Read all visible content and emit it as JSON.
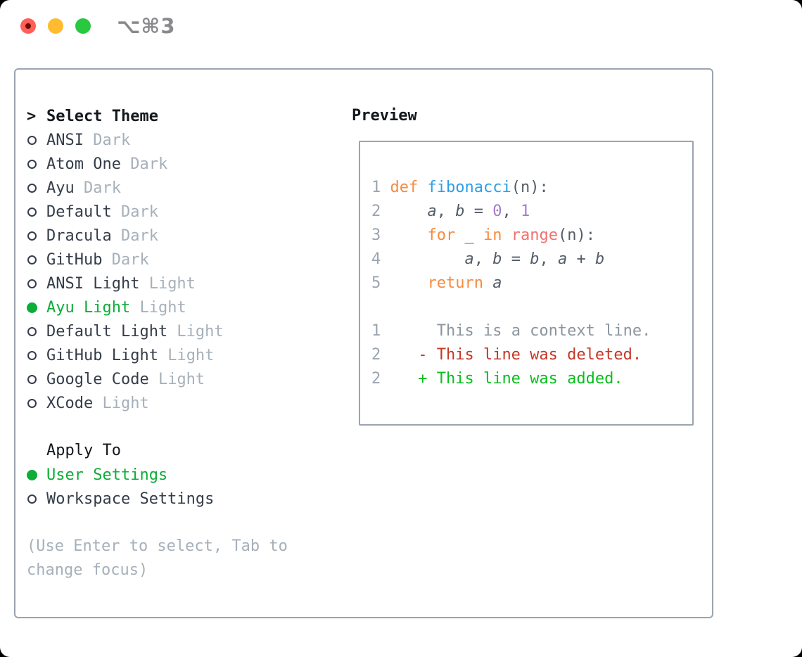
{
  "window": {
    "title": "⌥⌘3",
    "traffic_lights": [
      {
        "name": "close-button",
        "color_key": "traffic_red",
        "has_unsaved_dot": true
      },
      {
        "name": "minimize-button",
        "color_key": "traffic_yellow",
        "has_unsaved_dot": false
      },
      {
        "name": "zoom-button",
        "color_key": "traffic_green",
        "has_unsaved_dot": false
      }
    ]
  },
  "theme_panel": {
    "header_prefix": ">",
    "header": "Select Theme",
    "items": [
      {
        "name": "ANSI",
        "variant": "Dark",
        "selected": false
      },
      {
        "name": "Atom One",
        "variant": "Dark",
        "selected": false
      },
      {
        "name": "Ayu",
        "variant": "Dark",
        "selected": false
      },
      {
        "name": "Default",
        "variant": "Dark",
        "selected": false
      },
      {
        "name": "Dracula",
        "variant": "Dark",
        "selected": false
      },
      {
        "name": "GitHub",
        "variant": "Dark",
        "selected": false
      },
      {
        "name": "ANSI Light",
        "variant": "Light",
        "selected": false
      },
      {
        "name": "Ayu Light",
        "variant": "Light",
        "selected": true
      },
      {
        "name": "Default Light",
        "variant": "Light",
        "selected": false
      },
      {
        "name": "GitHub Light",
        "variant": "Light",
        "selected": false
      },
      {
        "name": "Google Code",
        "variant": "Light",
        "selected": false
      },
      {
        "name": "XCode",
        "variant": "Light",
        "selected": false
      }
    ]
  },
  "apply_to": {
    "header": "Apply To",
    "items": [
      {
        "name": "User Settings",
        "selected": true
      },
      {
        "name": "Workspace Settings",
        "selected": false
      }
    ]
  },
  "help_text": "(Use Enter to select, Tab to change focus)",
  "preview": {
    "header": "Preview",
    "code_lines": [
      [
        [
          "ln",
          "1 "
        ],
        [
          "kw",
          "def"
        ],
        [
          "plain",
          " "
        ],
        [
          "fn",
          "fibonacci"
        ],
        [
          "plain",
          "(n):"
        ]
      ],
      [
        [
          "ln",
          "2 "
        ],
        [
          "plain",
          "    "
        ],
        [
          "var",
          "a"
        ],
        [
          "plain",
          ", "
        ],
        [
          "var",
          "b"
        ],
        [
          "plain",
          " = "
        ],
        [
          "nlit",
          "0"
        ],
        [
          "plain",
          ", "
        ],
        [
          "nlit",
          "1"
        ]
      ],
      [
        [
          "ln",
          "3 "
        ],
        [
          "plain",
          "    "
        ],
        [
          "kw",
          "for"
        ],
        [
          "plain",
          " _ "
        ],
        [
          "kw",
          "in"
        ],
        [
          "plain",
          " "
        ],
        [
          "builtin",
          "range"
        ],
        [
          "plain",
          "(n):"
        ]
      ],
      [
        [
          "ln",
          "4 "
        ],
        [
          "plain",
          "        "
        ],
        [
          "var",
          "a"
        ],
        [
          "plain",
          ", "
        ],
        [
          "var",
          "b"
        ],
        [
          "plain",
          " = "
        ],
        [
          "var",
          "b"
        ],
        [
          "plain",
          ", "
        ],
        [
          "var",
          "a"
        ],
        [
          "plain",
          " + "
        ],
        [
          "var",
          "b"
        ]
      ],
      [
        [
          "ln",
          "5 "
        ],
        [
          "plain",
          "    "
        ],
        [
          "kw",
          "return"
        ],
        [
          "plain",
          " "
        ],
        [
          "var",
          "a"
        ]
      ],
      [],
      [
        [
          "ln",
          "1"
        ],
        [
          "plain",
          "      "
        ],
        [
          "ctx",
          "This is a context line."
        ]
      ],
      [
        [
          "ln",
          "2"
        ],
        [
          "plain",
          "    "
        ],
        [
          "del",
          "- This line was deleted."
        ]
      ],
      [
        [
          "ln",
          "2"
        ],
        [
          "plain",
          "    "
        ],
        [
          "add",
          "+ This line was added."
        ]
      ]
    ]
  },
  "colors": {
    "window_bg": "#ffffff",
    "panel_border": "#9aa4b0",
    "header_dark": "#14181d",
    "text_dark": "#353d49",
    "text_muted": "#a6b0ba",
    "select_green": "#0cad38",
    "title_gray": "#8a8a8e",
    "traffic_red": "#ff5f57",
    "traffic_red_dot": "#6b0f08",
    "traffic_yellow": "#febc2e",
    "traffic_green": "#28c840",
    "code_line_number": "#9aa4b1",
    "code_keyword": "#f98a3c",
    "code_function": "#2e9fe6",
    "code_number": "#a37acc",
    "code_builtin": "#f3716e",
    "code_plain": "#555d68",
    "diff_context": "#8c959e",
    "diff_deleted": "#c53727",
    "diff_added": "#0abe1e"
  }
}
